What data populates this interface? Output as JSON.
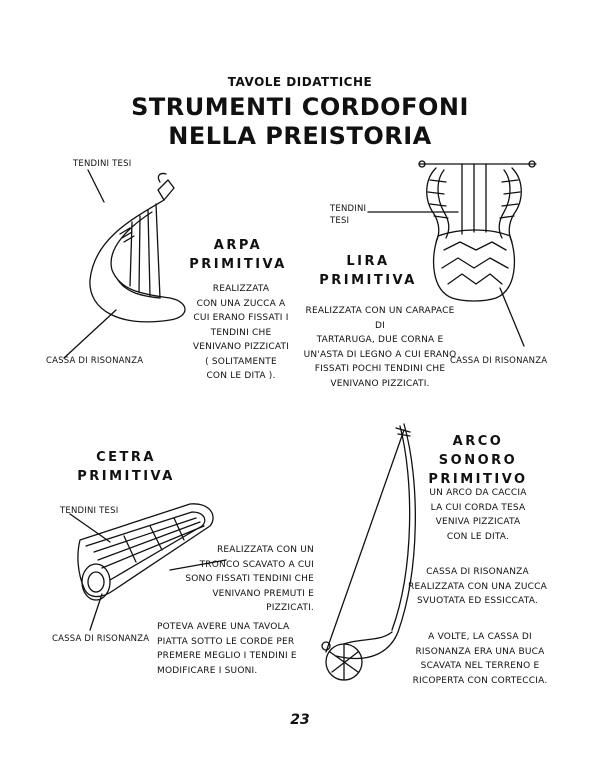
{
  "header": {
    "kicker": "TAVOLE DIDATTICHE",
    "title_line1": "STRUMENTI CORDOFONI",
    "title_line2": "NELLA PREISTORIA"
  },
  "harp": {
    "heading1": "ARPA",
    "heading2": "PRIMITIVA",
    "label_strings": "TENDINI TESI",
    "label_body": "CASSA DI RISONANZA",
    "lines": [
      "REALIZZATA",
      "CON UNA ZUCCA A",
      "CUI ERANO FISSATI I",
      "TENDINI CHE",
      "VENIVANO PIZZICATI",
      "( SOLITAMENTE",
      "CON LE DITA )."
    ]
  },
  "lyre": {
    "heading1": "LIRA",
    "heading2": "PRIMITIVA",
    "label_strings_1": "TENDINI",
    "label_strings_2": "TESI",
    "label_body": "CASSA DI RISONANZA",
    "lines": [
      "REALIZZATA CON UN CARAPACE DI",
      "TARTARUGA, DUE CORNA E",
      "UN'ASTA DI LEGNO A CUI ERANO",
      "FISSATI POCHI TENDINI CHE",
      "VENIVANO PIZZICATI."
    ]
  },
  "zither": {
    "heading1": "CETRA",
    "heading2": "PRIMITIVA",
    "label_strings": "TENDINI TESI",
    "label_body": "CASSA DI RISONANZA",
    "lines1": [
      "REALIZZATA CON UN",
      "TRONCO SCAVATO A CUI",
      "SONO FISSATI TENDINI CHE",
      "VENIVANO PREMUTI E PIZZICATI."
    ],
    "lines2": [
      "POTEVA AVERE UNA TAVOLA",
      "PIATTA SOTTO LE CORDE PER",
      "PREMERE MEGLIO I TENDINI E",
      "MODIFICARE I SUONI."
    ]
  },
  "bow": {
    "heading1": "ARCO SONORO",
    "heading2": "PRIMITIVO",
    "lines1": [
      "UN ARCO DA CACCIA",
      "LA CUI CORDA TESA",
      "VENIVA PIZZICATA",
      "CON LE DITA."
    ],
    "lines2": [
      "CASSA DI RISONANZA",
      "REALIZZATA CON UNA ZUCCA",
      "SVUOTATA ED ESSICCATA."
    ],
    "lines3": [
      "A VOLTE, LA CASSA DI",
      "RISONANZA ERA UNA BUCA",
      "SCAVATA NEL TERRENO E",
      "RICOPERTA CON CORTECCIA."
    ]
  },
  "page_number": "23"
}
